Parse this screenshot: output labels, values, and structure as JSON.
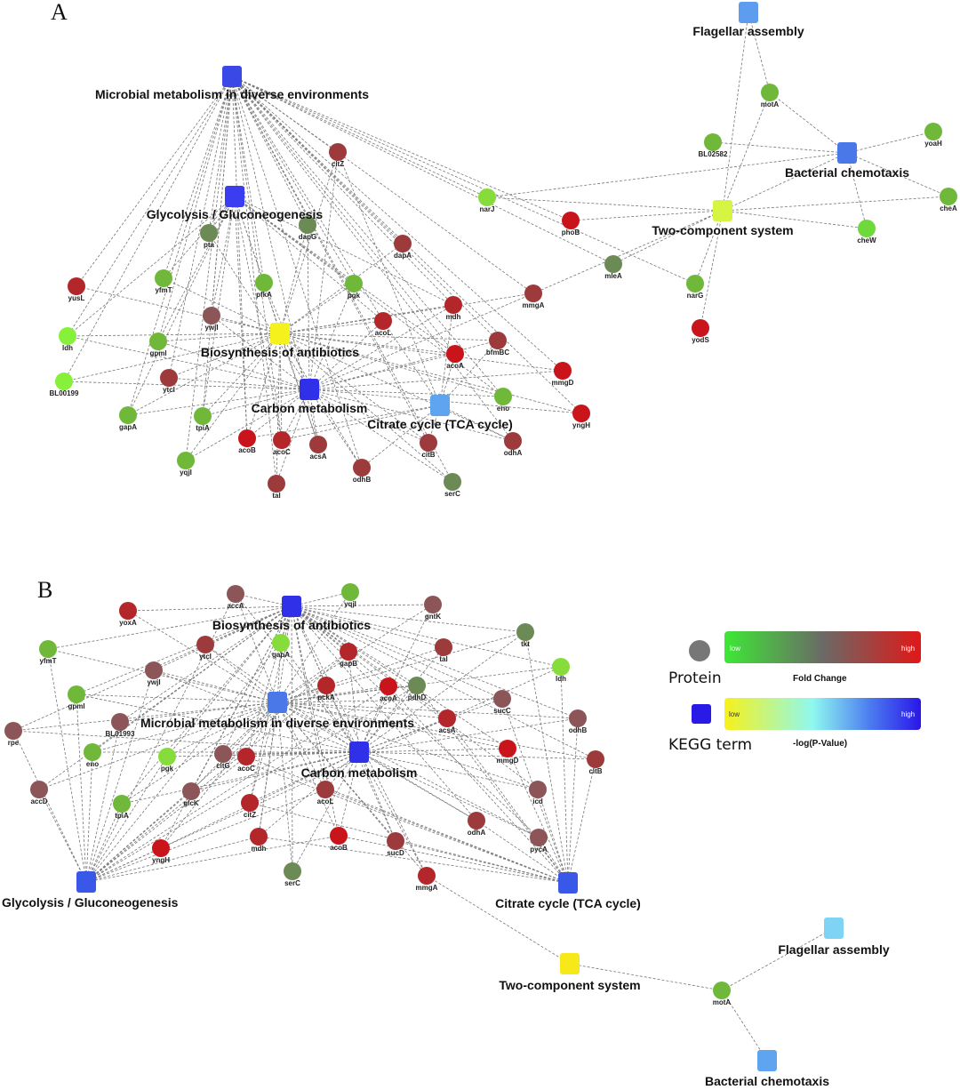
{
  "panel_a_letter": "A",
  "panel_b_letter": "B",
  "colors": {
    "dark_blue": "#3a3ef0",
    "medium_blue": "#4a78e8",
    "light_blue": "#5fa4ee",
    "sky_blue": "#7fd4f5",
    "lime": "#d6f542",
    "yellow": "#f5f11c",
    "bright_yellow": "#f7e81a",
    "red": "#c8141a",
    "dark_red": "#b3262a",
    "brown_red": "#9c3a3c",
    "mauve": "#8c5558",
    "olive": "#6b8a56",
    "green": "#6fb83a",
    "light_green": "#86dc3a"
  },
  "panel_a": {
    "terms": [
      {
        "id": "mme",
        "label": "Microbial metabolism in diverse environments",
        "color": "#3a48e6"
      },
      {
        "id": "gly",
        "label": "Glycolysis / Gluconeogenesis",
        "color": "#3a3ef0"
      },
      {
        "id": "bio",
        "label": "Biosynthesis of antibiotics",
        "color": "#f5f11c"
      },
      {
        "id": "car",
        "label": "Carbon metabolism",
        "color": "#3030e8"
      },
      {
        "id": "tca",
        "label": "Citrate cycle (TCA cycle)",
        "color": "#5fa4ee"
      },
      {
        "id": "fla",
        "label": "Flagellar assembly",
        "color": "#5e9cf0"
      },
      {
        "id": "che",
        "label": "Bacterial chemotaxis",
        "color": "#4a78e8"
      },
      {
        "id": "two",
        "label": "Two-component system",
        "color": "#d6f542"
      }
    ],
    "proteins": [
      {
        "id": "citZ",
        "label": "citZ",
        "color": "#9c3a3c"
      },
      {
        "id": "pta",
        "label": "pta",
        "color": "#6b8a56"
      },
      {
        "id": "dapG",
        "label": "dapG",
        "color": "#6b8a56"
      },
      {
        "id": "dapA",
        "label": "dapA",
        "color": "#9c3a3c"
      },
      {
        "id": "narJ",
        "label": "narJ",
        "color": "#86dc3a"
      },
      {
        "id": "phoB",
        "label": "phoB",
        "color": "#c8141a"
      },
      {
        "id": "motA",
        "label": "motA",
        "color": "#6fb83a"
      },
      {
        "id": "BL02582",
        "label": "BL02582",
        "color": "#6fb83a"
      },
      {
        "id": "yoaH",
        "label": "yoaH",
        "color": "#6fb83a"
      },
      {
        "id": "cheA",
        "label": "cheA",
        "color": "#6fb83a"
      },
      {
        "id": "cheW",
        "label": "cheW",
        "color": "#6fd83a"
      },
      {
        "id": "mleA",
        "label": "mleA",
        "color": "#6b8a56"
      },
      {
        "id": "narG",
        "label": "narG",
        "color": "#6fb83a"
      },
      {
        "id": "yodS",
        "label": "yodS",
        "color": "#c8141a"
      },
      {
        "id": "mmgA",
        "label": "mmgA",
        "color": "#9c3a3c"
      },
      {
        "id": "yusL",
        "label": "yusL",
        "color": "#b3262a"
      },
      {
        "id": "yfmT",
        "label": "yfmT",
        "color": "#6fb83a"
      },
      {
        "id": "pfkA",
        "label": "pfkA",
        "color": "#6fb83a"
      },
      {
        "id": "pgk",
        "label": "pgk",
        "color": "#6fb83a"
      },
      {
        "id": "mdh",
        "label": "mdh",
        "color": "#b3262a"
      },
      {
        "id": "ldh",
        "label": "ldh",
        "color": "#86f03a"
      },
      {
        "id": "ywjI",
        "label": "ywjI",
        "color": "#8c5558"
      },
      {
        "id": "acoL",
        "label": "acoL",
        "color": "#b3262a"
      },
      {
        "id": "bfmBC",
        "label": "bfmBC",
        "color": "#9c3a3c"
      },
      {
        "id": "gpmI",
        "label": "gpmI",
        "color": "#6fb83a"
      },
      {
        "id": "acoA",
        "label": "acoA",
        "color": "#c8141a"
      },
      {
        "id": "mmgD",
        "label": "mmgD",
        "color": "#c8141a"
      },
      {
        "id": "BL00199",
        "label": "BL00199",
        "color": "#86f03a"
      },
      {
        "id": "ytcI",
        "label": "ytcI",
        "color": "#9c3a3c"
      },
      {
        "id": "eno",
        "label": "eno",
        "color": "#6fb83a"
      },
      {
        "id": "yngH",
        "label": "yngH",
        "color": "#c8141a"
      },
      {
        "id": "gapA",
        "label": "gapA",
        "color": "#6fb83a"
      },
      {
        "id": "tpiA",
        "label": "tpiA",
        "color": "#6fb83a"
      },
      {
        "id": "acoB",
        "label": "acoB",
        "color": "#c8141a"
      },
      {
        "id": "acoC",
        "label": "acoC",
        "color": "#b3262a"
      },
      {
        "id": "acsA",
        "label": "acsA",
        "color": "#9c3a3c"
      },
      {
        "id": "citB",
        "label": "citB",
        "color": "#9c3a3c"
      },
      {
        "id": "odhA",
        "label": "odhA",
        "color": "#9c3a3c"
      },
      {
        "id": "yqjI",
        "label": "yqjI",
        "color": "#6fb83a"
      },
      {
        "id": "odhB",
        "label": "odhB",
        "color": "#9c3a3c"
      },
      {
        "id": "tal",
        "label": "tal",
        "color": "#9c3a3c"
      },
      {
        "id": "serC",
        "label": "serC",
        "color": "#6b8a56"
      }
    ]
  },
  "panel_b": {
    "terms": [
      {
        "id": "bio",
        "label": "Biosynthesis of antibiotics",
        "color": "#3030e8"
      },
      {
        "id": "mme",
        "label": "Microbial metabolism in diverse environments",
        "color": "#4a78e8"
      },
      {
        "id": "car",
        "label": "Carbon metabolism",
        "color": "#3030e8"
      },
      {
        "id": "gly",
        "label": "Glycolysis / Gluconeogenesis",
        "color": "#3a58e8"
      },
      {
        "id": "tca",
        "label": "Citrate cycle (TCA cycle)",
        "color": "#3a58e8"
      },
      {
        "id": "two",
        "label": "Two-component system",
        "color": "#f7e81a"
      },
      {
        "id": "fla",
        "label": "Flagellar assembly",
        "color": "#7fd4f5"
      },
      {
        "id": "che",
        "label": "Bacterial chemotaxis",
        "color": "#5fa4ee"
      }
    ],
    "proteins": [
      {
        "id": "accA",
        "label": "accA",
        "color": "#8c5558"
      },
      {
        "id": "yqjI",
        "label": "yqjI",
        "color": "#6fb83a"
      },
      {
        "id": "gntK",
        "label": "gntK",
        "color": "#8c5558"
      },
      {
        "id": "yoxA",
        "label": "yoxA",
        "color": "#b3262a"
      },
      {
        "id": "tkt",
        "label": "tkt",
        "color": "#6b8a56"
      },
      {
        "id": "yfmT",
        "label": "yfmT",
        "color": "#6fb83a"
      },
      {
        "id": "ytcI",
        "label": "ytcI",
        "color": "#9c3a3c"
      },
      {
        "id": "gapA",
        "label": "gapA",
        "color": "#86dc3a"
      },
      {
        "id": "gapB",
        "label": "gapB",
        "color": "#b3262a"
      },
      {
        "id": "tal",
        "label": "tal",
        "color": "#9c3a3c"
      },
      {
        "id": "ldh",
        "label": "ldh",
        "color": "#86dc3a"
      },
      {
        "id": "ywjI",
        "label": "ywjI",
        "color": "#8c5558"
      },
      {
        "id": "gpmI",
        "label": "gpmI",
        "color": "#6fb83a"
      },
      {
        "id": "pckA",
        "label": "pckA",
        "color": "#b3262a"
      },
      {
        "id": "acoA",
        "label": "acoA",
        "color": "#c8141a"
      },
      {
        "id": "pdhD",
        "label": "pdhD",
        "color": "#6b8a56"
      },
      {
        "id": "sucC",
        "label": "sucC",
        "color": "#8c5558"
      },
      {
        "id": "rpe",
        "label": "rpe",
        "color": "#8c5558"
      },
      {
        "id": "BL01993",
        "label": "BL01993",
        "color": "#8c5558"
      },
      {
        "id": "acsA",
        "label": "acsA",
        "color": "#b3262a"
      },
      {
        "id": "odhB",
        "label": "odhB",
        "color": "#8c5558"
      },
      {
        "id": "eno",
        "label": "eno",
        "color": "#6fb83a"
      },
      {
        "id": "pgk",
        "label": "pgk",
        "color": "#86dc3a"
      },
      {
        "id": "citG",
        "label": "citG",
        "color": "#8c5558"
      },
      {
        "id": "acoC",
        "label": "acoC",
        "color": "#b3262a"
      },
      {
        "id": "mmgD",
        "label": "mmgD",
        "color": "#c8141a"
      },
      {
        "id": "citB",
        "label": "citB",
        "color": "#9c3a3c"
      },
      {
        "id": "accD",
        "label": "accD",
        "color": "#8c5558"
      },
      {
        "id": "glcK",
        "label": "glcK",
        "color": "#8c5558"
      },
      {
        "id": "acoL",
        "label": "acoL",
        "color": "#9c3a3c"
      },
      {
        "id": "icd",
        "label": "icd",
        "color": "#8c5558"
      },
      {
        "id": "tpiA",
        "label": "tpiA",
        "color": "#6fb83a"
      },
      {
        "id": "citZ",
        "label": "citZ",
        "color": "#b3262a"
      },
      {
        "id": "odhA",
        "label": "odhA",
        "color": "#9c3a3c"
      },
      {
        "id": "yngH",
        "label": "yngH",
        "color": "#c8141a"
      },
      {
        "id": "mdh",
        "label": "mdh",
        "color": "#b3262a"
      },
      {
        "id": "acoB",
        "label": "acoB",
        "color": "#c8141a"
      },
      {
        "id": "sucD",
        "label": "sucD",
        "color": "#9c3a3c"
      },
      {
        "id": "pycA",
        "label": "pycA",
        "color": "#8c5558"
      },
      {
        "id": "serC",
        "label": "serC",
        "color": "#6b8a56"
      },
      {
        "id": "mmgA",
        "label": "mmgA",
        "color": "#b3262a"
      },
      {
        "id": "motA",
        "label": "motA",
        "color": "#6fb83a"
      }
    ]
  },
  "legend": {
    "protein_label": "Protein",
    "kegg_label": "KEGG term",
    "fold_change_label": "Fold Change",
    "pvalue_label": "-log(P-Value)",
    "fc_low": "low",
    "fc_high": "high",
    "p_low": "low",
    "p_high": "high"
  }
}
